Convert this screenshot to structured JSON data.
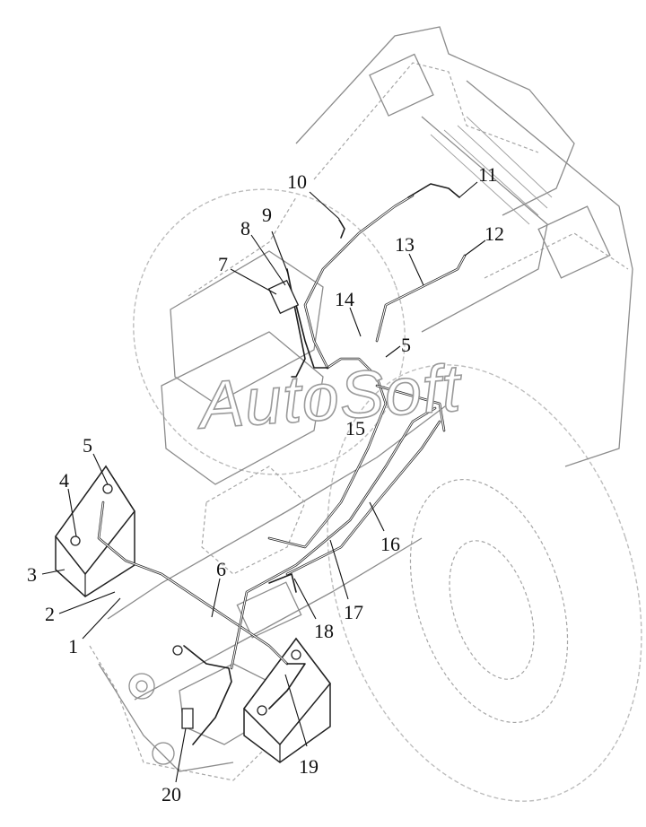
{
  "watermark": "AutoSoft",
  "callouts": {
    "c1": "1",
    "c2": "2",
    "c3": "3",
    "c4": "4",
    "c5a": "5",
    "c5b": "5",
    "c6": "6",
    "c7": "7",
    "c8": "8",
    "c9": "9",
    "c10": "10",
    "c11": "11",
    "c12": "12",
    "c13": "13",
    "c14": "14",
    "c15": "15",
    "c16": "16",
    "c17": "17",
    "c18": "18",
    "c19": "19",
    "c20": "20"
  }
}
